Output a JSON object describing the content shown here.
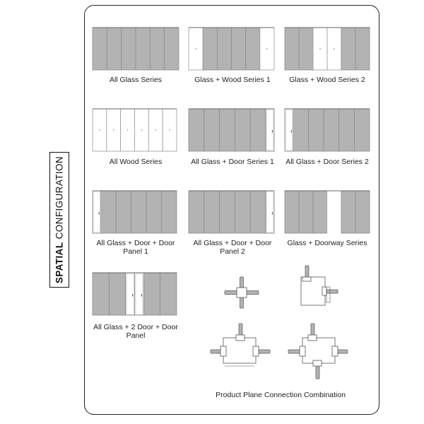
{
  "side_label": {
    "bold": "SPATIAL",
    "rest": " CONFIGURATION"
  },
  "colors": {
    "glass": "#b3b3b3",
    "glass_edge": "#8c8c8c",
    "wood": "#ffffff",
    "line": "#555555",
    "frame": "#222222"
  },
  "panels": [
    {
      "label": "All Glass Series",
      "layout": "GGGGGG"
    },
    {
      "label": "Glass + Wood Series 1",
      "layout": "WGGGGW"
    },
    {
      "label": "Glass + Wood Series 2",
      "layout": "GGWWGG"
    },
    {
      "label": "All Wood Series",
      "layout": "WWWWWW"
    },
    {
      "label": "All Glass + Door Series 1",
      "layout": "GGGGGD"
    },
    {
      "label": "All Glass + Door Series 2",
      "layout": "DGGGGG"
    },
    {
      "label_line1": "All Glass + Door + Door",
      "label_line2": "Panel 1",
      "layout": "DGGGGG"
    },
    {
      "label_line1": "All Glass + Door + Door",
      "label_line2": "Panel 2",
      "layout": "GGGGGD"
    },
    {
      "label": "Glass + Doorway Series",
      "layout": "GGG_GG"
    },
    {
      "label_line1": "All Glass + 2 Door + Door",
      "label_line2": "Panel",
      "layout": "GGDDGG"
    }
  ],
  "connections": {
    "label": "Product Plane Connection Combination"
  }
}
